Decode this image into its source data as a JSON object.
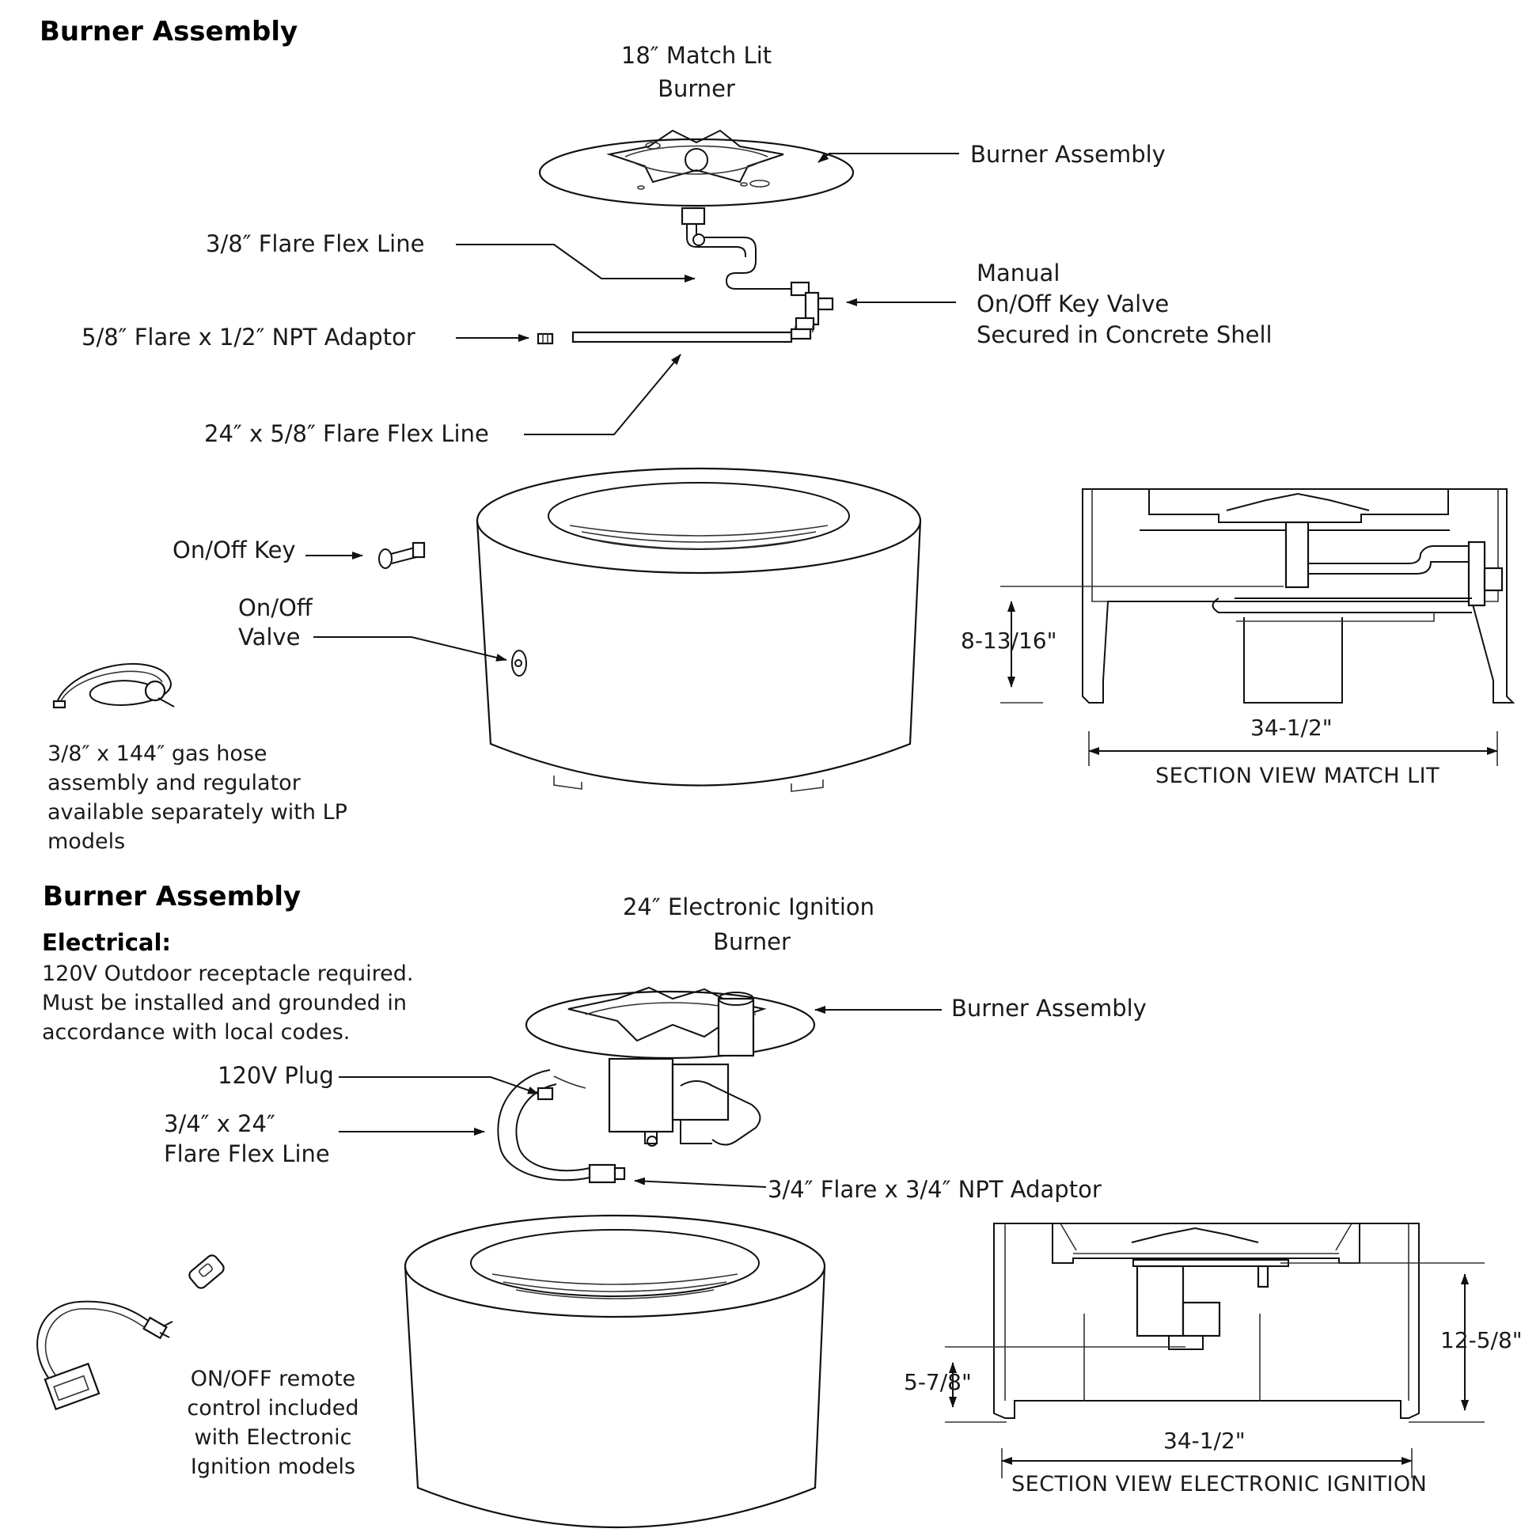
{
  "section_top": {
    "heading": "Burner Assembly",
    "burner_title_1": "18″ Match Lit",
    "burner_title_2": "Burner",
    "labels": {
      "burner_assembly": "Burner Assembly",
      "flare_flex_line": "3/8″ Flare Flex Line",
      "adaptor": "5/8″ Flare x 1/2″ NPT Adaptor",
      "flex_line_24": "24″ x 5/8″ Flare Flex Line",
      "manual_1": "Manual",
      "manual_2": "On/Off Key Valve",
      "manual_3": "Secured in Concrete Shell",
      "onoff_key": "On/Off Key",
      "onoff_valve_1": "On/Off",
      "onoff_valve_2": "Valve",
      "gas_hose": "3/8″ x 144″ gas hose assembly and regulator available separately with LP models"
    },
    "section_view": {
      "height_dim": "8-13/16\"",
      "width_dim": "34-1/2\"",
      "caption": "SECTION VIEW MATCH LIT"
    }
  },
  "section_bottom": {
    "heading": "Burner Assembly",
    "subheading": "Electrical:",
    "note": "120V Outdoor receptacle required. Must be installed and grounded in accordance with local codes.",
    "burner_title_1": "24″ Electronic Ignition",
    "burner_title_2": "Burner",
    "labels": {
      "burner_assembly": "Burner Assembly",
      "plug": "120V Plug",
      "flex_1": "3/4″ x 24″",
      "flex_2": "Flare Flex Line",
      "adaptor": "3/4″ Flare x 3/4″ NPT Adaptor",
      "remote": "ON/OFF remote control included with Electronic Ignition models"
    },
    "section_view": {
      "height_dim_left": "5-7/8\"",
      "height_dim_right": "12-5/8\"",
      "width_dim": "34-1/2\"",
      "caption": "SECTION VIEW ELECTRONIC IGNITION"
    }
  }
}
